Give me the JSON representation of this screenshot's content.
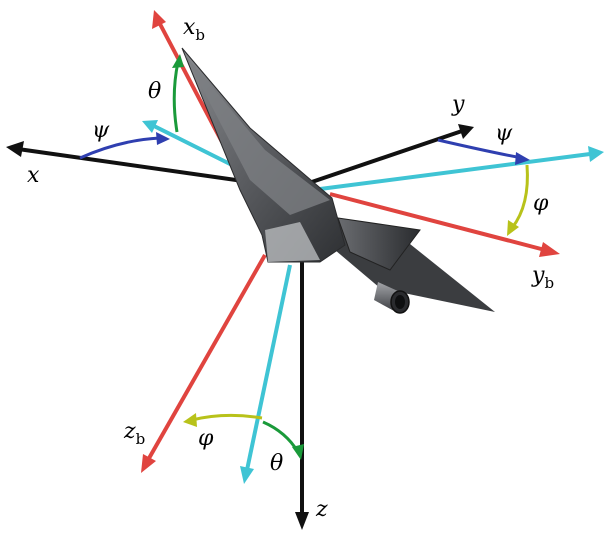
{
  "diagram": {
    "axis_labels": {
      "x": "x",
      "y": "y",
      "z": "z",
      "xb": "x",
      "yb": "y",
      "zb": "z",
      "body_subscript": "b"
    },
    "angle_labels": {
      "theta_upper": "θ",
      "psi_left": "ψ",
      "psi_right": "ψ",
      "phi_right": "φ",
      "phi_lower": "φ",
      "theta_lower": "θ"
    },
    "colors": {
      "inertial_axis": "#111111",
      "body_axis": "#e0443f",
      "intermediate_axis": "#3fc4d4",
      "psi_arc": "#2f3fb0",
      "theta_arc": "#1a9a3a",
      "phi_arc": "#b8c21a",
      "aircraft": "#5a5c60"
    }
  }
}
